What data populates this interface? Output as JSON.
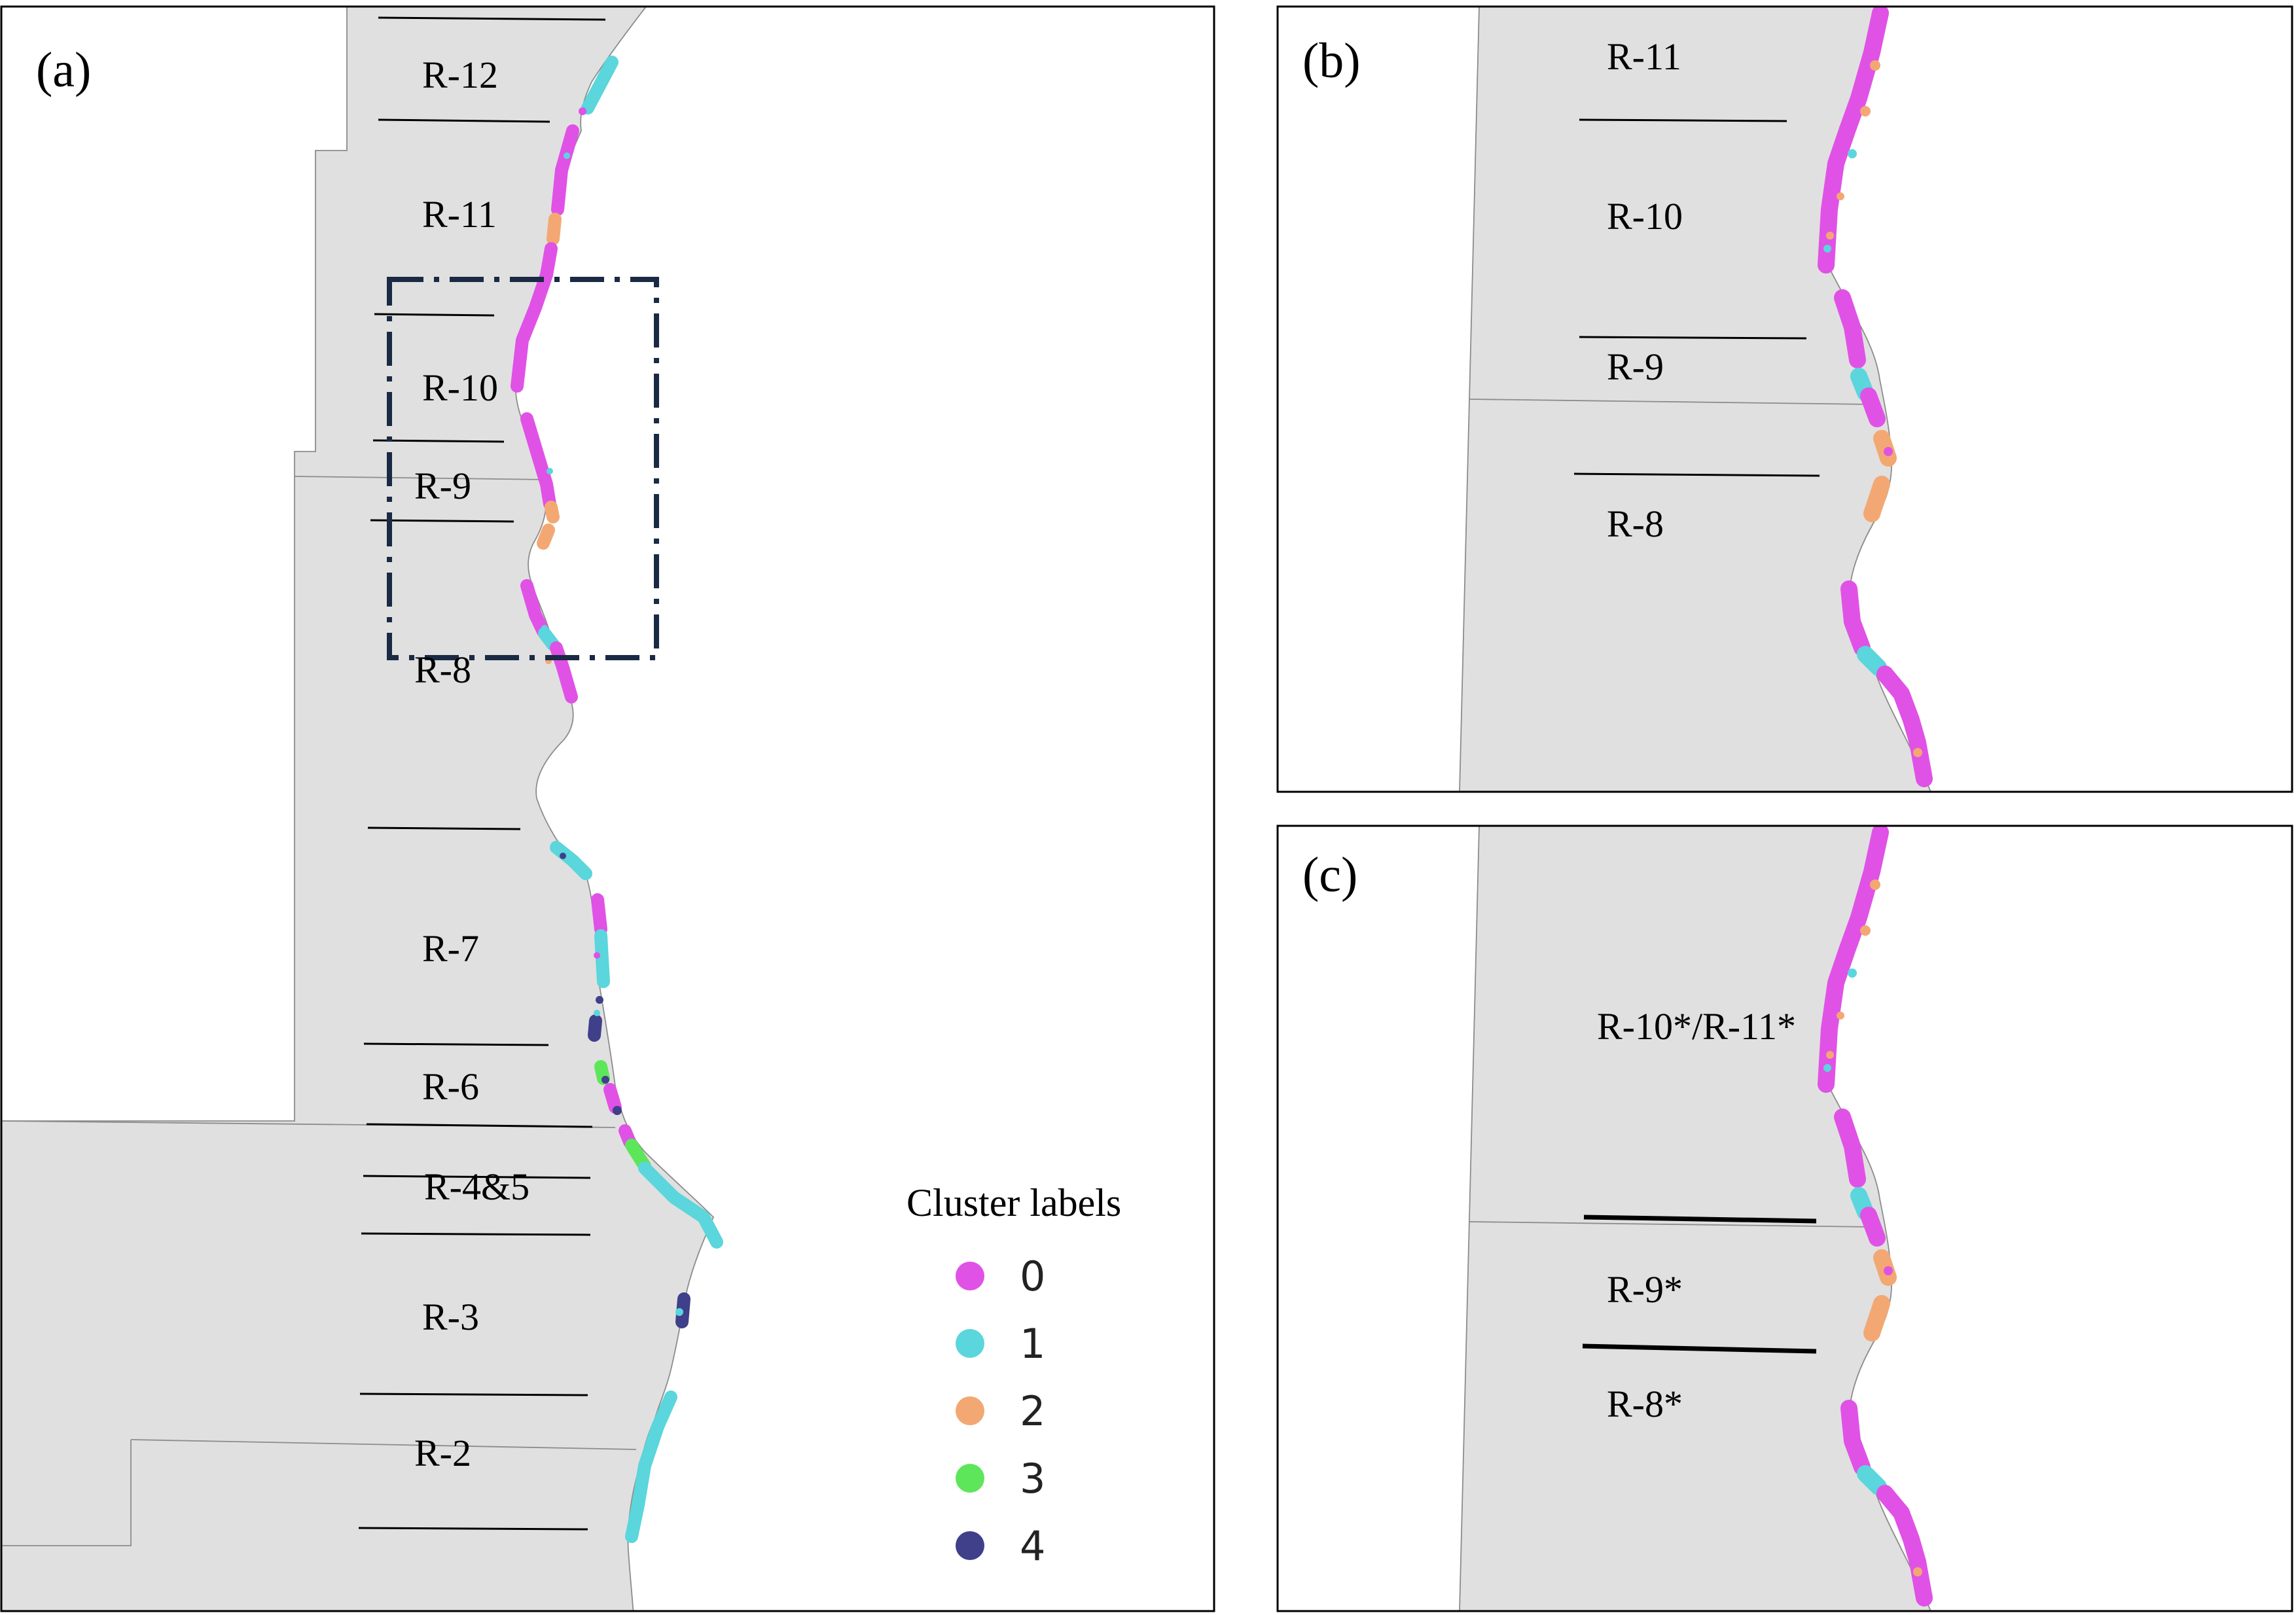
{
  "panels": {
    "a": {
      "label": "(a)"
    },
    "b": {
      "label": "(b)"
    },
    "c": {
      "label": "(c)"
    }
  },
  "regions_a": {
    "r12": "R-12",
    "r11": "R-11",
    "r10": "R-10",
    "r9": "R-9",
    "r8": "R-8",
    "r7": "R-7",
    "r6": "R-6",
    "r45": "R-4&5",
    "r3": "R-3",
    "r2": "R-2"
  },
  "regions_b": {
    "r11": "R-11",
    "r10": "R-10",
    "r9": "R-9",
    "r8": "R-8"
  },
  "regions_c": {
    "r1011": "R-10*/R-11*",
    "r9": "R-9*",
    "r8": "R-8*"
  },
  "legend": {
    "title": "Cluster labels",
    "items": [
      {
        "label": "0",
        "color": "#e052e6"
      },
      {
        "label": "1",
        "color": "#5ad6dc"
      },
      {
        "label": "2",
        "color": "#f3a873"
      },
      {
        "label": "3",
        "color": "#5ee65a"
      },
      {
        "label": "4",
        "color": "#3f3f8a"
      }
    ]
  },
  "colors": {
    "land": "#e0e0e0",
    "cluster0": "#e052e6",
    "cluster1": "#5ad6dc",
    "cluster2": "#f3a873",
    "cluster3": "#5ee65a",
    "cluster4": "#3f3f8a",
    "zoom_box": "#1a2a45"
  }
}
